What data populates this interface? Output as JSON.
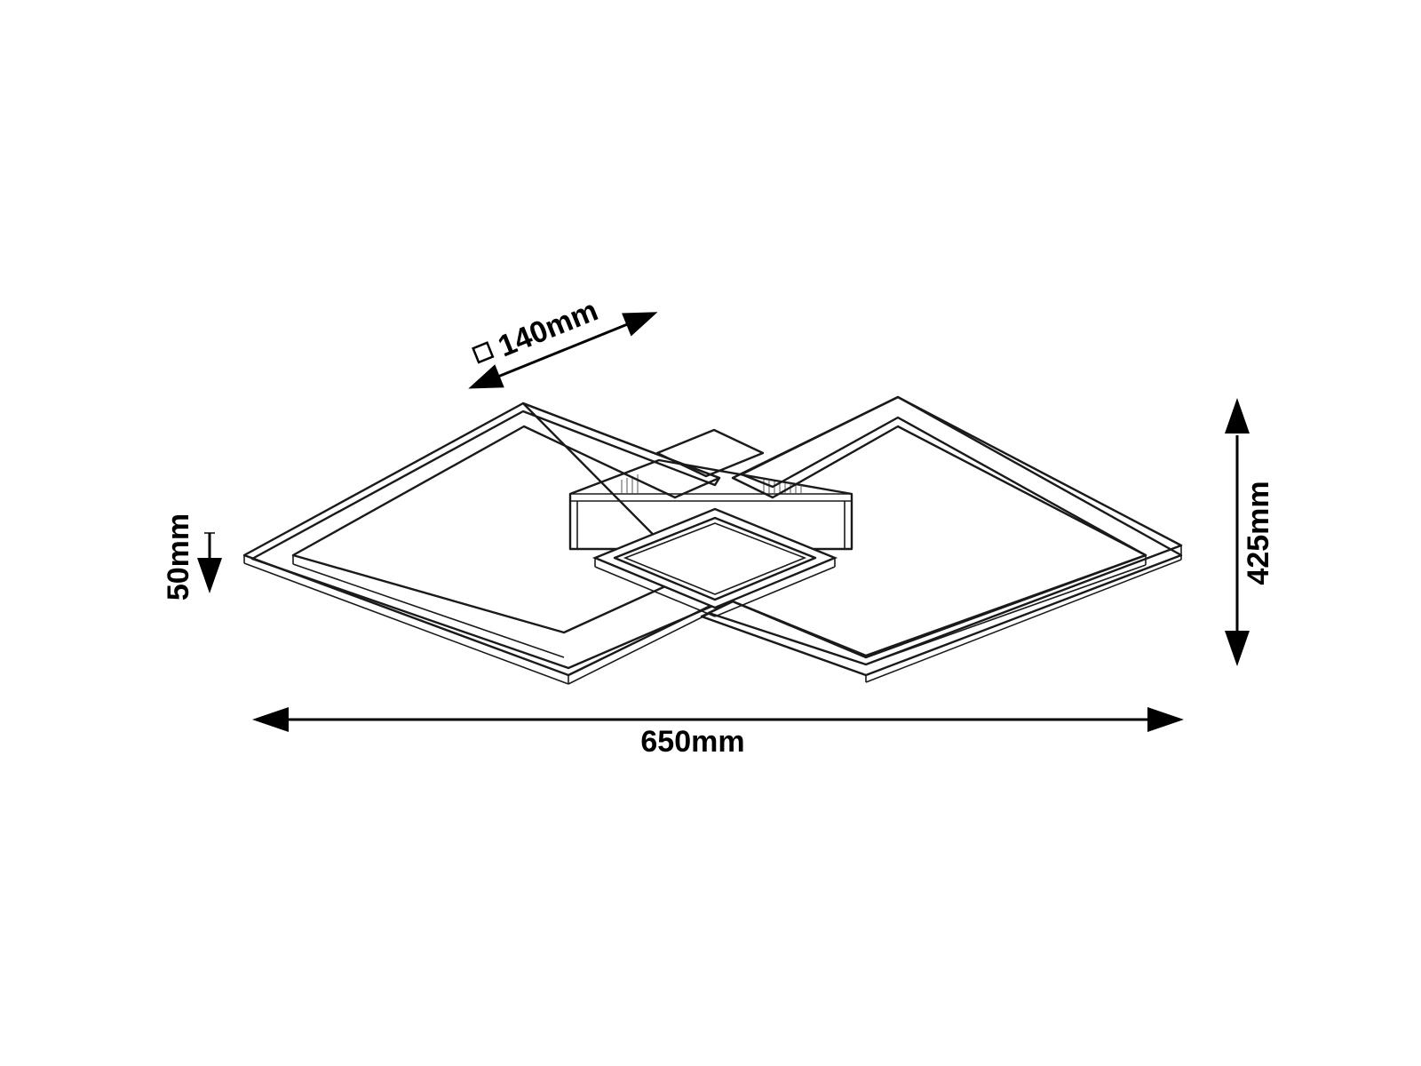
{
  "dimensions": {
    "width_label": "650mm",
    "depth_label": "425mm",
    "height_label": "50mm",
    "canopy_label": "140mm",
    "canopy_symbol": "square-outline"
  }
}
